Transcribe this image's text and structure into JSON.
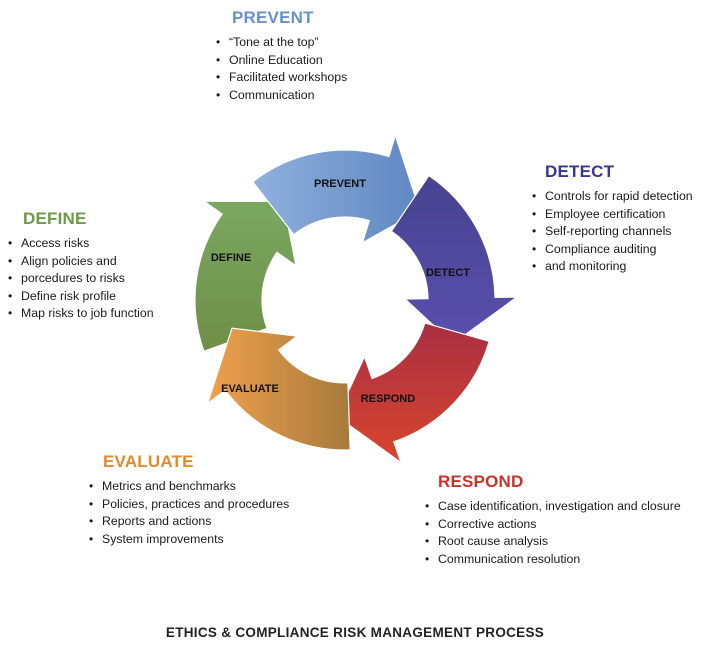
{
  "colors": {
    "prevent": "#6a90c9",
    "detect": "#3a3592",
    "respond": "#c7332a",
    "evaluate": "#e28a2c",
    "define": "#6a9b46"
  },
  "arrows": {
    "prevent": "PREVENT",
    "detect": "DETECT",
    "respond": "RESPOND",
    "evaluate": "EVALUATE",
    "define": "DEFINE"
  },
  "sections": {
    "prevent": {
      "heading": "PREVENT",
      "items": [
        "“Tone at the top”",
        "Online Education",
        "Facilitated workshops",
        "Communication"
      ]
    },
    "detect": {
      "heading": "DETECT",
      "items": [
        "Controls for rapid detection",
        "Employee certification",
        "Self-reporting channels",
        "Compliance auditing",
        "and monitoring"
      ]
    },
    "define": {
      "heading": "DEFINE",
      "items": [
        "Access risks",
        "Align policies and",
        "porcedures to risks",
        "Define risk profile",
        "Map risks to job function"
      ]
    },
    "evaluate": {
      "heading": "EVALUATE",
      "items": [
        "Metrics and benchmarks",
        "Policies, practices and procedures",
        "Reports and actions",
        "System improvements"
      ]
    },
    "respond": {
      "heading": "RESPOND",
      "items": [
        "Case identification, investigation and closure",
        "Corrective actions",
        "Root cause analysis",
        "Communication resolution"
      ]
    }
  },
  "footer": {
    "title": "ETHICS & COMPLIANCE RISK MANAGEMENT PROCESS"
  }
}
